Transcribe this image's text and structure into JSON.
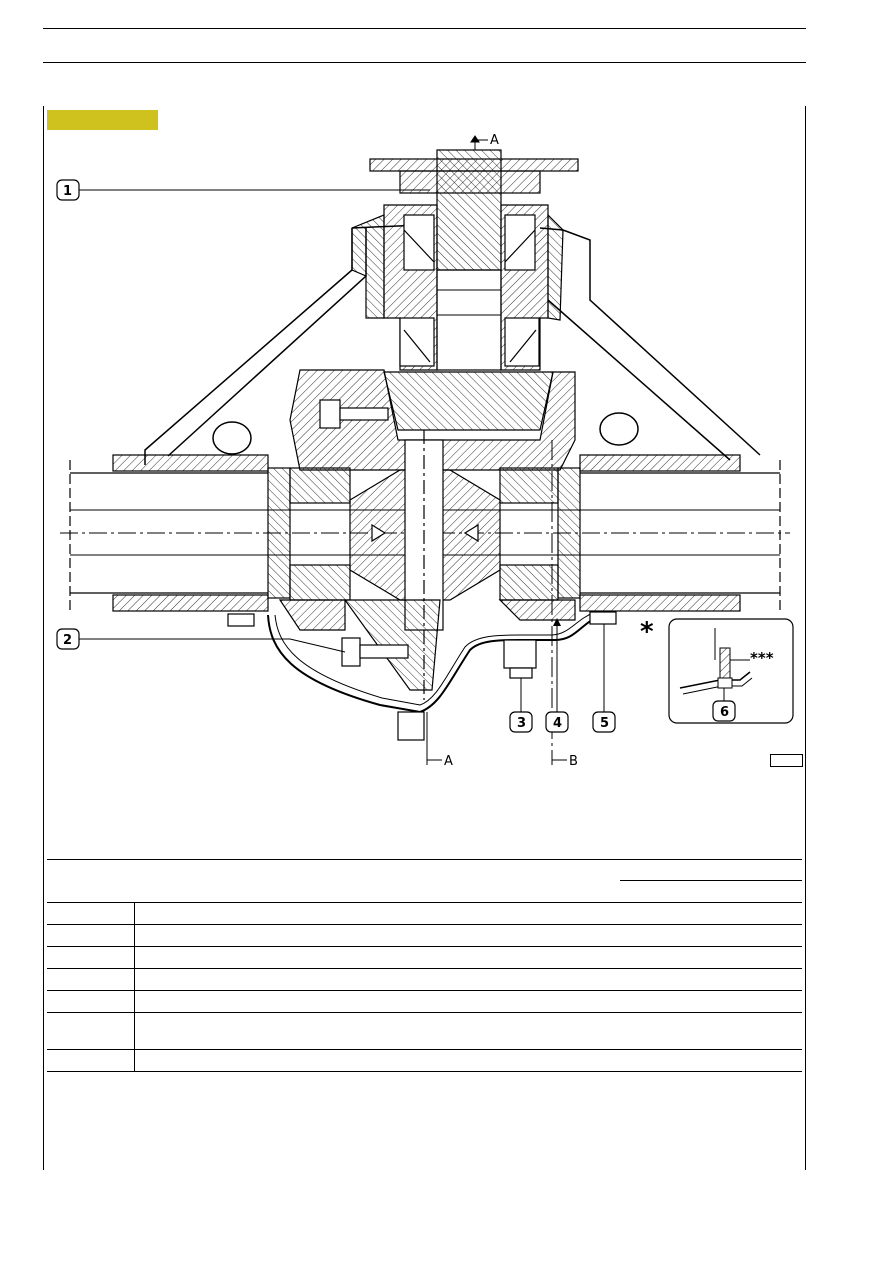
{
  "callouts": {
    "c1": "1",
    "c2": "2",
    "c3": "3",
    "c4": "4",
    "c5": "5",
    "c6": "6"
  },
  "section_marks": {
    "top_a": "A",
    "bottom_a": "A",
    "bottom_b": "B"
  },
  "symbols": {
    "single_star": "*",
    "triple_star": "***"
  },
  "colors": {
    "tab_yellow": "#cfc21f"
  },
  "table_rows": [
    {
      "ref": "",
      "desc": ""
    },
    {
      "ref": "",
      "desc": ""
    },
    {
      "ref": "",
      "desc": ""
    },
    {
      "ref": "",
      "desc": ""
    },
    {
      "ref": "",
      "desc": ""
    },
    {
      "ref": "",
      "desc": ""
    },
    {
      "ref": "",
      "desc": ""
    }
  ]
}
